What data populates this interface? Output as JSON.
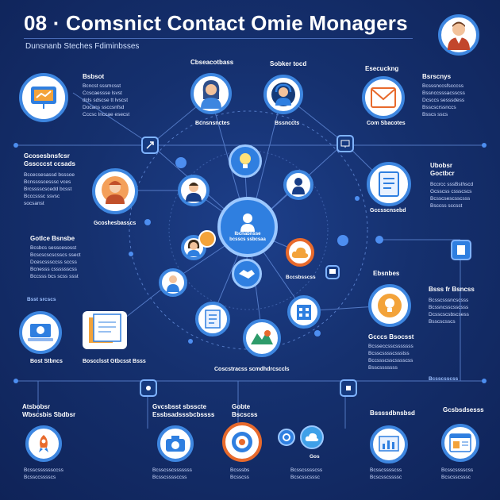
{
  "header": {
    "title": "08 · Comsnict Contact Omie Monagers",
    "subtitle": "Dunsnanb Steches Fdiminbsses"
  },
  "labels": {
    "top_left_head": "Bsbsot",
    "top_left_text": "Bcncst sssmcsst\nCcscaessse lsvst\ndcls sdscse tt lvscst\nDocans ssccsnfsd\nCccsc Inccae esecst",
    "top_mid1": "Cbseacotbass",
    "top_mid1_sub": "Bcnsnsnctes",
    "top_mid2": "Sobker tocd",
    "top_mid2_sub": "Bssnccts",
    "top_right_head": "Esecuckng",
    "top_right_head2": "Bsrscnys",
    "top_right_text": "Bcsssnccsfscccss\nBssnccsssacsscss\nDcsccs sesssdess\nBsscscrssnccs\nBsscs sscs",
    "top_right_sub": "Com Sbacotes",
    "left2_head": "Gcosesbnsfcsr\nGsscccst ccsads",
    "left2_text": "Bccecsesassd bsssoe\nBcnsssscesssc vces\nBrcsssscscedd bcsst\nBcccsssc ssvsc\nsocsanst",
    "left2_sub": "Gcoshesbasscs",
    "right2_head": "Ubobsr\nGoctbcr",
    "right2_text": "Bccrcc sssBsthscd\nGcsscss cssscscs\nBcsscsescsscsss\nBsccss sccsst",
    "right2_sub": "Gccsscnsebd",
    "left3_head": "Gotlce Bsnsbe",
    "left3_text": "Bcsbcs sesscesosst\nBcscscscscsscs ssect\nDcescsssccss sccss\nBcnesss csssssscss\nBccsss bcs scss ssst",
    "center_label": "Ibcnabnsse\nbcsscs ssbcsaa",
    "right3_head": "Ebsnbes",
    "right3_head2": "Bsss fr Bsncss",
    "right3_text": "Bcsscsssncscsss\nBcssncsscsscsss\nDcsscscsbscsess\nBsscscsscs",
    "right3_sub": "Gcccs Bsocsst",
    "right3_text2": "Bcsseccsscsssssss\nBcsscsssscssstss\nBccssscsscsssscss\nBsscsssssss",
    "mid_small": "Bccsbsscss",
    "left4_small": "Bsst srcscs",
    "left4_sub1": "Bost Stbncs",
    "left4_sub2": "Boscclsst Gtbcsst Bsss",
    "center_bottom": "Coscstracss scmdhdrcsccls",
    "right4_small": "Bcsscsscss",
    "b_head1": "Atsbobsr\nWbscsbis Sbdbsr",
    "b_head2": "Gvcsbsst sbsscte\nEssbsadsssbcbssss",
    "b_head3": "Gobte\nBscscss",
    "b_head4": "Bssssdbnsbsd",
    "b_head5": "Gcsbsdsesss",
    "b_sub1": "Bcsscssssssccss\nBcssccsssscs",
    "b_sub2": "Bcsscsscsssssss\nBcsscssssccss",
    "b_sub3": "Bcsssbs\nBcsscss",
    "b_sub4": "Bcsscsssscss\nBcscsscsssc",
    "b_sub5": "Bcsscsssscss\nBcscsscssssc",
    "b_sub6": "Bcsscsssscss\nBcscsscsssc",
    "b_mini": "Gos"
  },
  "icons": {
    "avatar": "person-avatar-icon",
    "presentation": "presentation-board-icon",
    "woman": "woman-avatar-icon",
    "headset": "headset-support-icon",
    "email": "email-envelope-icon",
    "person_orange": "person-orange-avatar-icon",
    "document": "document-list-icon",
    "central_person": "central-person-icon",
    "lightbulb": "lightbulb-idea-icon",
    "cloud": "cloud-sync-icon",
    "folder": "folder-docs-icon",
    "calendar": "calendar-grid-icon",
    "map": "map-location-icon",
    "laptop": "laptop-dashboard-icon",
    "rocket": "rocket-launch-icon",
    "camera": "camera-icon",
    "target": "target-circle-icon",
    "gears": "gears-settings-icon",
    "chart": "bar-chart-icon",
    "browser": "browser-window-icon"
  },
  "colors": {
    "background": "#15306e",
    "accent": "#2f7fe0",
    "highlight": "#e86a2c"
  }
}
